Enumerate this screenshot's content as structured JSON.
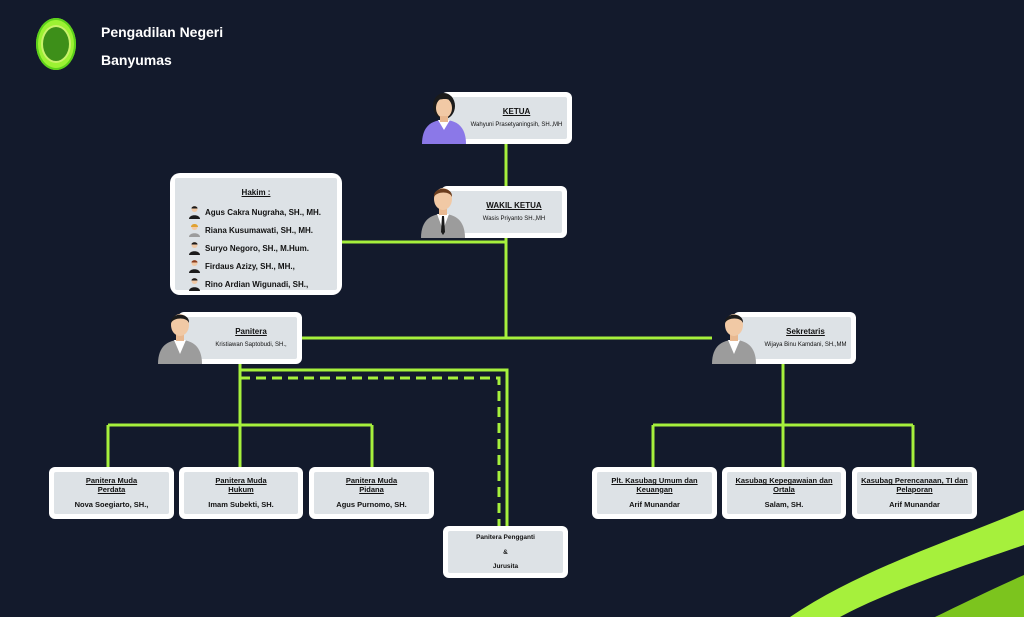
{
  "header": {
    "logo_icon": "court-logo-icon",
    "title_line1": "Pengadilan Negeri",
    "title_line2": "Banyumas"
  },
  "colors": {
    "background": "#131a2c",
    "connector": "#a6f03c",
    "card_fill": "#dde2e6",
    "card_border": "#ffffff"
  },
  "ketua": {
    "label": "KETUA",
    "name": "Wahyuni Prasetyaningsih, SH.,MH"
  },
  "wakil": {
    "label": "WAKIL KETUA",
    "name": "Wasis Priyanto SH.,MH"
  },
  "hakim": {
    "title": "Hakim :",
    "members": [
      "Agus Cakra Nugraha, SH., MH.",
      "Riana Kusumawati, SH., MH.",
      "Suryo Negoro, SH., M.Hum.",
      "Firdaus Azizy, SH., MH.,",
      "Rino Ardian Wigunadi, SH.,"
    ]
  },
  "panitera": {
    "label": "Panitera",
    "name": "Kristiawan Saptobudi, SH.,"
  },
  "sekretaris": {
    "label": "Sekretaris",
    "name": "Wijaya Binu Kamdani, SH.,MM"
  },
  "panitera_muda": [
    {
      "label": "Panitera Muda Perdata",
      "name": "Nova Soegiarto, SH.,"
    },
    {
      "label": "Panitera Muda Hukum",
      "name": "Imam Subekti, SH."
    },
    {
      "label": "Panitera Muda Pidana",
      "name": "Agus Purnomo, SH."
    }
  ],
  "pengganti": {
    "line1": "Panitera Pengganti",
    "line2": "&",
    "line3": "Jurusita"
  },
  "kasubag": [
    {
      "label": "Plt. Kasubag Umum dan Keuangan",
      "name": "Arif Munandar"
    },
    {
      "label": "Kasubag Kepegawaian dan Ortala",
      "name": "Salam, SH."
    },
    {
      "label": "Kasubag Perencanaan, TI dan Pelaporan",
      "name": "Arif Munandar"
    }
  ]
}
